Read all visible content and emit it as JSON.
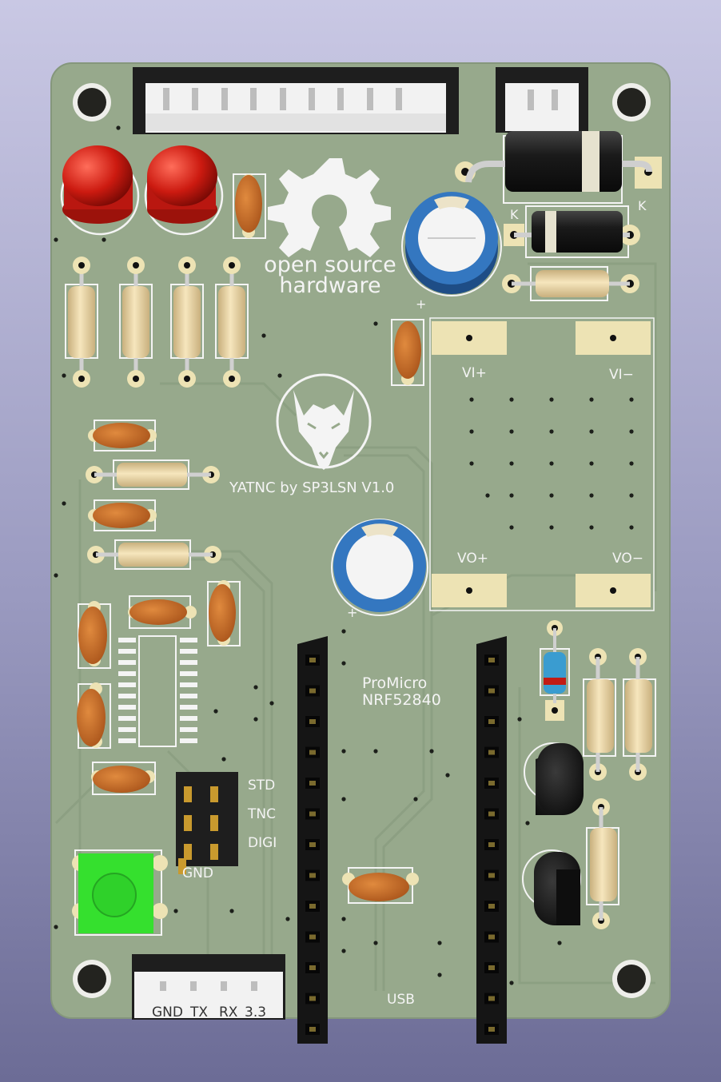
{
  "board": {
    "title_line": "YATNC by SP3LSN V1.0",
    "logo_text": [
      "open source",
      "hardware"
    ],
    "module_label": [
      "ProMicro",
      "NRF52840"
    ],
    "usb_label": "USB",
    "dcdc_labels": {
      "vin_plus": "VI+",
      "vin_minus": "VI−",
      "vout_plus": "VO+",
      "vout_minus": "VO−"
    },
    "mode_labels": [
      "STD",
      "TNC",
      "DIGI",
      "GND"
    ],
    "uart_labels": [
      "GND",
      "TX",
      "RX",
      "3.3"
    ],
    "diode_marks": [
      "K",
      "K"
    ],
    "polarity_mark": "+"
  },
  "colors": {
    "pcb": "#97a98c",
    "silk": "#f4f4f4",
    "pad": "#ede3b4",
    "led": "#cc1a10",
    "button": "#35e02e",
    "cap_body": "#c46a22",
    "elcap_blue": "#3477c0"
  },
  "icons": [
    "oshw-gear-logo",
    "wolf-head-logo"
  ]
}
